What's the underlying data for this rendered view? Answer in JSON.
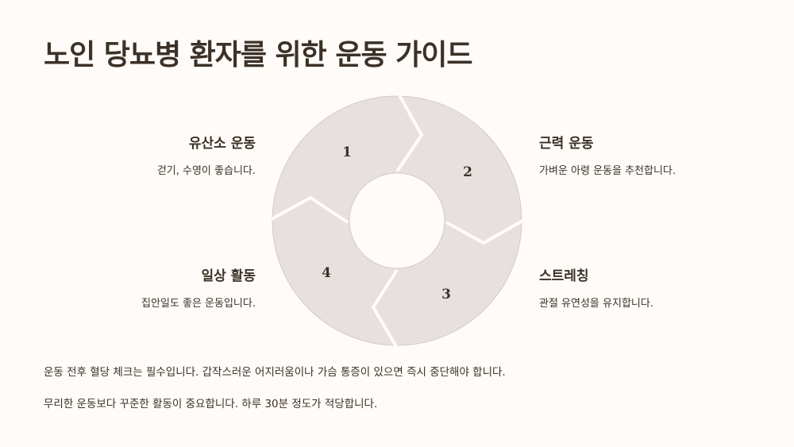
{
  "title": "노인 당뇨병 환자를 위한 운동 가이드",
  "steps": [
    {
      "number": "1",
      "heading": "유산소 운동",
      "description": "걷기, 수영이 좋습니다."
    },
    {
      "number": "2",
      "heading": "근력 운동",
      "description": "가벼운 아령 운동을 추천합니다."
    },
    {
      "number": "3",
      "heading": "스트레칭",
      "description": "관절 유연성을 유지합니다."
    },
    {
      "number": "4",
      "heading": "일상 활동",
      "description": "집안일도 좋은 운동입니다."
    }
  ],
  "notes": [
    "운동 전후 혈당 체크는 필수입니다. 갑작스러운 어지러움이나 가슴 통증이 있으면 즉시 중단해야 합니다.",
    "무리한 운동보다 꾸준한 활동이 중요합니다. 하루 30분 정도가 적당합니다."
  ],
  "colors": {
    "background": "#fefbf8",
    "segment_fill": "#e8e0df",
    "text": "#3b3127"
  }
}
